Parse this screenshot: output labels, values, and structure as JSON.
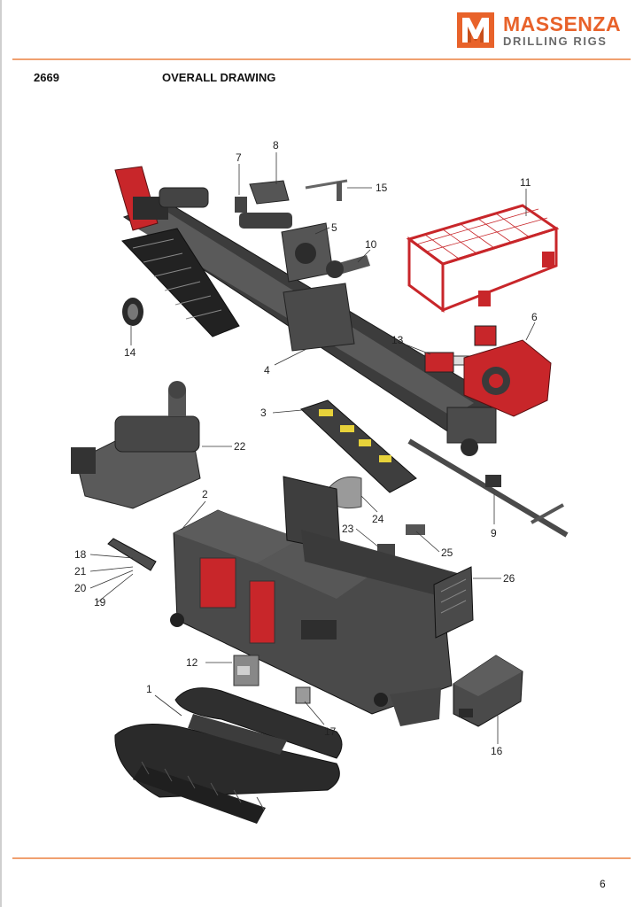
{
  "header": {
    "brand_name": "MASSENZA",
    "brand_sub": "DRILLING RIGS",
    "brand_mark": "M",
    "doc_code": "2669",
    "doc_title": "OVERALL DRAWING"
  },
  "colors": {
    "accent": "#e8622a",
    "rule": "#f0a070",
    "part_red": "#c8262a",
    "part_dark": "#3a3a3a",
    "part_grey": "#6b6b6b",
    "part_yellow": "#e7d23a"
  },
  "callouts": [
    {
      "id": "1",
      "label": "1"
    },
    {
      "id": "2",
      "label": "2"
    },
    {
      "id": "3",
      "label": "3"
    },
    {
      "id": "4",
      "label": "4"
    },
    {
      "id": "5",
      "label": "5"
    },
    {
      "id": "6",
      "label": "6"
    },
    {
      "id": "7",
      "label": "7"
    },
    {
      "id": "8",
      "label": "8"
    },
    {
      "id": "9",
      "label": "9"
    },
    {
      "id": "10",
      "label": "10"
    },
    {
      "id": "11",
      "label": "11"
    },
    {
      "id": "12",
      "label": "12"
    },
    {
      "id": "13",
      "label": "13"
    },
    {
      "id": "14",
      "label": "14"
    },
    {
      "id": "15",
      "label": "15"
    },
    {
      "id": "16",
      "label": "16"
    },
    {
      "id": "17",
      "label": "17"
    },
    {
      "id": "18",
      "label": "18"
    },
    {
      "id": "19",
      "label": "19"
    },
    {
      "id": "20",
      "label": "20"
    },
    {
      "id": "21",
      "label": "21"
    },
    {
      "id": "22",
      "label": "22"
    },
    {
      "id": "23",
      "label": "23"
    },
    {
      "id": "24",
      "label": "24"
    },
    {
      "id": "25",
      "label": "25"
    },
    {
      "id": "26",
      "label": "26"
    }
  ],
  "footer": {
    "page_number": "6"
  }
}
